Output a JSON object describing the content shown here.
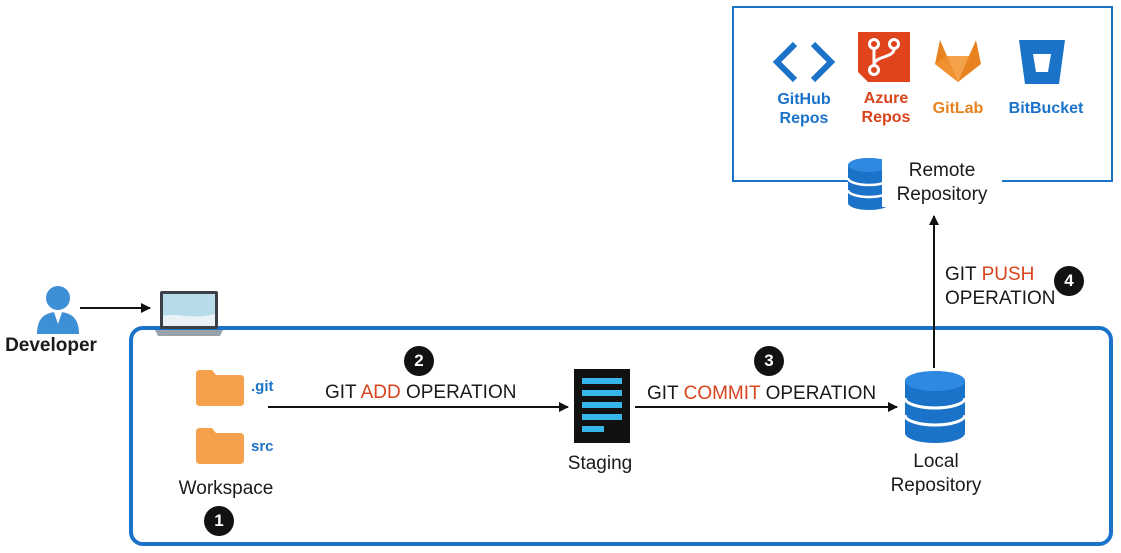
{
  "developer": {
    "label": "Developer"
  },
  "workspace": {
    "label": "Workspace",
    "step": "1",
    "folders": [
      ".git",
      "src"
    ]
  },
  "add_op": {
    "step": "2",
    "prefix": "GIT ",
    "highlight": "ADD",
    "suffix": " OPERATION"
  },
  "staging": {
    "label": "Staging"
  },
  "commit_op": {
    "step": "3",
    "prefix": "GIT ",
    "highlight": "COMMIT",
    "suffix": " OPERATION"
  },
  "local_repo": {
    "line1": "Local",
    "line2": "Repository"
  },
  "push_op": {
    "step": "4",
    "prefix": "GIT ",
    "highlight": "PUSH",
    "line2": "OPERATION"
  },
  "remote_repo": {
    "line1": "Remote",
    "line2": "Repository"
  },
  "services": [
    {
      "line1": "GitHub",
      "line2": "Repos",
      "icon": "github-icon",
      "color": "#1a73c8"
    },
    {
      "line1": "Azure",
      "line2": "Repos",
      "icon": "azure-repos-icon",
      "color": "#d9441c"
    },
    {
      "line1": "GitLab",
      "line2": "",
      "icon": "gitlab-icon",
      "color": "#e8821f"
    },
    {
      "line1": "BitBucket",
      "line2": "",
      "icon": "bitbucket-icon",
      "color": "#1a73c8"
    }
  ],
  "colors": {
    "accent": "#1a73c8",
    "highlight": "#d9441c",
    "folder": "#f5a04a",
    "badge": "#121212"
  }
}
